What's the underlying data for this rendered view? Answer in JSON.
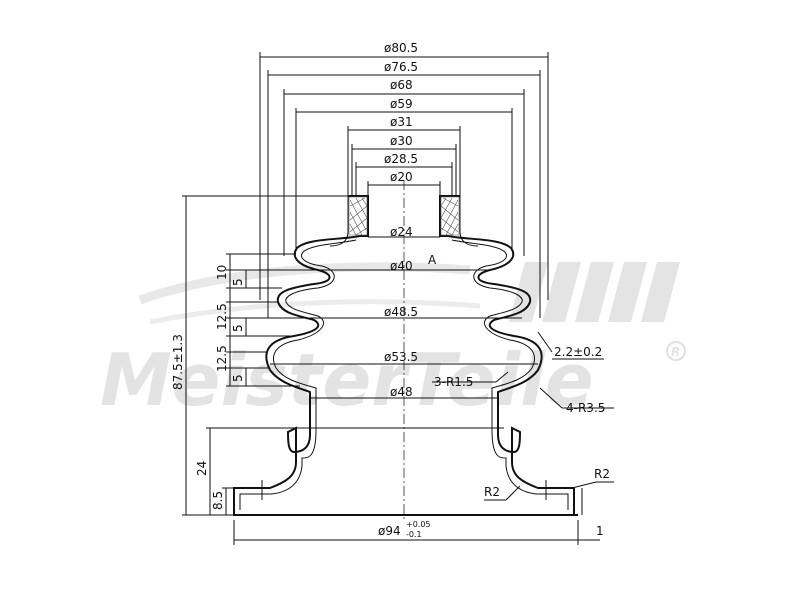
{
  "watermark": {
    "brand": "MeisterTeile",
    "registered": "R"
  },
  "section_marker": "A",
  "diameters": {
    "d_80_5": "ø80.5",
    "d_76_5": "ø76.5",
    "d_68": "ø68",
    "d_59": "ø59",
    "d_31": "ø31",
    "d_30": "ø30",
    "d_28_5": "ø28.5",
    "d_20": "ø20",
    "d_24": "ø24",
    "d_40": "ø40",
    "d_48_5": "ø48.5",
    "d_53_5": "ø53.5",
    "d_48": "ø48",
    "d_94_main": "ø94",
    "d_94_tol_upper": "+0.05",
    "d_94_tol_lower": "-0.1"
  },
  "vertical_dims": {
    "height_total": "87.5±1.3",
    "pitch_1": "10",
    "pitch_2": "12.5",
    "pitch_3": "12.5",
    "fold_1": "5",
    "fold_2": "5",
    "fold_3": "5",
    "base_height": "24",
    "flange_height": "8.5"
  },
  "callouts": {
    "wall_thickness": "2.2±0.2",
    "inner_radius": "3-R1.5",
    "outer_radius": "4-R3.5",
    "radius_right_top": "R2",
    "radius_right_inner": "R2",
    "flange_thickness": "1"
  }
}
